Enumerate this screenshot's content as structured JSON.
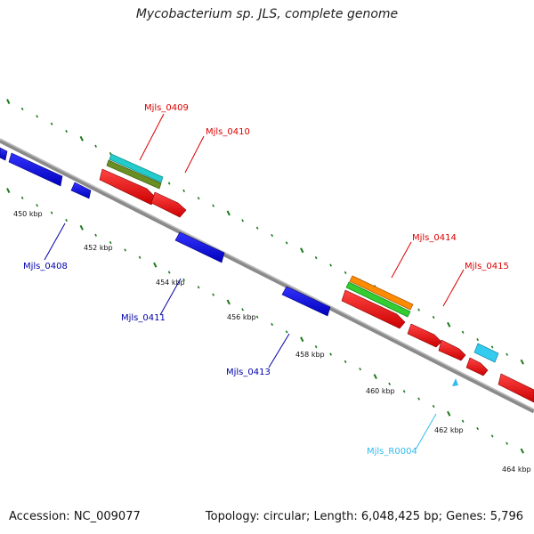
{
  "title": "Mycobacterium sp. JLS, complete genome",
  "footer": {
    "accession": "Accession: NC_009077",
    "summary": "Topology: circular; Length: 6,048,425 bp; Genes: 5,796"
  },
  "ticks": [
    "450 kbp",
    "452 kbp",
    "454 kbp",
    "456 kbp",
    "458 kbp",
    "460 kbp",
    "462 kbp",
    "464 kbp"
  ],
  "gene_labels": [
    {
      "id": "label-mjls0409",
      "text": "Mjls_0409",
      "color": "#dd0000"
    },
    {
      "id": "label-mjls0410",
      "text": "Mjls_0410",
      "color": "#dd0000"
    },
    {
      "id": "label-mjls0408",
      "text": "Mjls_0408",
      "color": "#0000aa"
    },
    {
      "id": "label-mjls0411",
      "text": "Mjls_0411",
      "color": "#0000aa"
    },
    {
      "id": "label-mjls0413",
      "text": "Mjls_0413",
      "color": "#0000aa"
    },
    {
      "id": "label-mjls0414",
      "text": "Mjls_0414",
      "color": "#dd0000"
    },
    {
      "id": "label-mjls0415",
      "text": "Mjls_0415",
      "color": "#dd0000"
    },
    {
      "id": "label-mjlsr0004",
      "text": "Mjls_R0004",
      "color": "#33bbee"
    }
  ],
  "colors": {
    "forward_gene": "#ee0000",
    "reverse_gene": "#0000dd",
    "rna": "#33ccee",
    "tick": "#1a7a1a",
    "backbone": "#8a8a8a",
    "feature_cyan": "#22cccc",
    "feature_olive": "#6b8e23",
    "feature_orange": "#ff8c00",
    "feature_green": "#33cc33"
  }
}
